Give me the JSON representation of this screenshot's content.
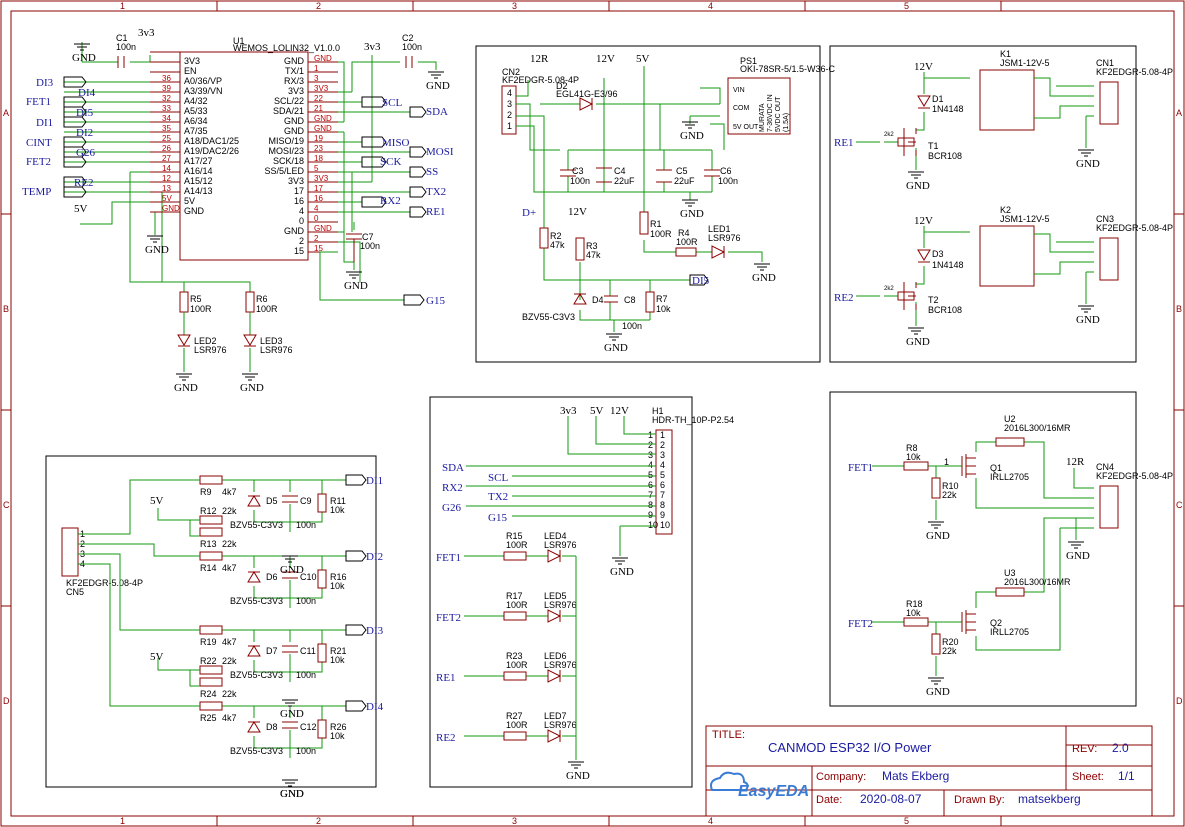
{
  "grid": {
    "columns": [
      "1",
      "2",
      "3",
      "4",
      "5"
    ],
    "rows": [
      "A",
      "B",
      "C",
      "D"
    ]
  },
  "title_block": {
    "title_label": "TITLE:",
    "title": "CANMOD ESP32 I/O Power",
    "rev_label": "REV:",
    "rev": "2.0",
    "company_label": "Company:",
    "company": "Mats Ekberg",
    "sheet_label": "Sheet:",
    "sheet": "1/1",
    "date_label": "Date:",
    "date": "2020-08-07",
    "drawn_label": "Drawn By:",
    "drawn": "matsekberg",
    "logo": "EasyEDA"
  },
  "u1": {
    "ref": "U1",
    "value": "WEMOS_LOLIN32_V1.0.0",
    "left_pins": [
      {
        "num": "",
        "name": "3V3"
      },
      {
        "num": "",
        "name": "EN"
      },
      {
        "num": "36",
        "name": "A0/36/VP"
      },
      {
        "num": "39",
        "name": "A3/39/VN"
      },
      {
        "num": "32",
        "name": "A4/32"
      },
      {
        "num": "33",
        "name": "A5/33"
      },
      {
        "num": "34",
        "name": "A6/34"
      },
      {
        "num": "35",
        "name": "A7/35"
      },
      {
        "num": "25",
        "name": "A18/DAC1/25"
      },
      {
        "num": "26",
        "name": "A19/DAC2/26"
      },
      {
        "num": "27",
        "name": "A17/27"
      },
      {
        "num": "14",
        "name": "A16/14"
      },
      {
        "num": "12",
        "name": "A15/12"
      },
      {
        "num": "13",
        "name": "A14/13"
      },
      {
        "num": "5V",
        "name": "5V"
      },
      {
        "num": "GND",
        "name": "GND"
      }
    ],
    "right_pins": [
      {
        "num": "GND",
        "name": "GND"
      },
      {
        "num": "1",
        "name": "TX/1"
      },
      {
        "num": "3",
        "name": "RX/3"
      },
      {
        "num": "3V3",
        "name": "3V3"
      },
      {
        "num": "22",
        "name": "SCL/22"
      },
      {
        "num": "21",
        "name": "SDA/21"
      },
      {
        "num": "GND",
        "name": "GND"
      },
      {
        "num": "GND",
        "name": "GND"
      },
      {
        "num": "19",
        "name": "MISO/19"
      },
      {
        "num": "23",
        "name": "MOSI/23"
      },
      {
        "num": "18",
        "name": "SCK/18"
      },
      {
        "num": "5",
        "name": "SS/5/LED"
      },
      {
        "num": "3V3",
        "name": "3V3"
      },
      {
        "num": "17",
        "name": "17"
      },
      {
        "num": "16",
        "name": "16"
      },
      {
        "num": "4",
        "name": "4"
      },
      {
        "num": "0",
        "name": "0"
      },
      {
        "num": "GND",
        "name": "GND"
      },
      {
        "num": "2",
        "name": "2"
      },
      {
        "num": "15",
        "name": "15"
      }
    ],
    "left_nets": [
      "DI3",
      "DI4",
      "FET1",
      "DI5",
      "DI1",
      "CINT",
      "DI2",
      "G26",
      "FET2",
      "",
      "RE2",
      "TEMP"
    ],
    "right_nets": [
      "SCL",
      "SDA",
      "MISO",
      "MOSI",
      "SCK",
      "SS",
      "TX2",
      "RX2",
      "RE1",
      "G15"
    ]
  },
  "labels": {
    "gnd": "GND",
    "v3v3": "3v3",
    "v5": "5V",
    "v12": "12V",
    "r12": "12R",
    "dplus": "D+"
  },
  "parts": {
    "c1": {
      "ref": "C1",
      "val": "100n"
    },
    "c2": {
      "ref": "C2",
      "val": "100n"
    },
    "c7": {
      "ref": "C7",
      "val": "100n"
    },
    "r5": {
      "ref": "R5",
      "val": "100R"
    },
    "r6": {
      "ref": "R6",
      "val": "100R"
    },
    "led2": {
      "ref": "LED2",
      "val": "LSR976"
    },
    "led3": {
      "ref": "LED3",
      "val": "LSR976"
    },
    "cn2": {
      "ref": "CN2",
      "val": "KF2EDGR-5.08-4P"
    },
    "d2": {
      "ref": "D2",
      "val": "EGL41G-E3/96"
    },
    "ps1": {
      "ref": "PS1",
      "val": "OKI-78SR-5/1.5-W36-C",
      "body": [
        "MURATA",
        "7-36VDC IN",
        "5VDC OUT",
        "(1.5A)"
      ],
      "pins": [
        "VIN",
        "COM",
        "5V OUT"
      ]
    },
    "c3": {
      "ref": "C3",
      "val": "100n"
    },
    "c4": {
      "ref": "C4",
      "val": "22uF"
    },
    "c5": {
      "ref": "C5",
      "val": "22uF"
    },
    "c6": {
      "ref": "C6",
      "val": "100n"
    },
    "r1": {
      "ref": "R1",
      "val": "100R"
    },
    "r4": {
      "ref": "R4",
      "val": "100R"
    },
    "led1": {
      "ref": "LED1",
      "val": "LSR976"
    },
    "r2": {
      "ref": "R2",
      "val": "47k"
    },
    "r3": {
      "ref": "R3",
      "val": "47k"
    },
    "d4": {
      "ref": "D4",
      "val": "BZV55-C3V3"
    },
    "c8": {
      "ref": "C8",
      "val": "100n"
    },
    "r7": {
      "ref": "R7",
      "val": "10k"
    },
    "k1": {
      "ref": "K1",
      "val": "JSM1-12V-5"
    },
    "k2": {
      "ref": "K2",
      "val": "JSM1-12V-5"
    },
    "cn1": {
      "ref": "CN1",
      "val": "KF2EDGR-5.08-4P"
    },
    "cn3": {
      "ref": "CN3",
      "val": "KF2EDGR-5.08-4P"
    },
    "d1": {
      "ref": "D1",
      "val": "1N4148"
    },
    "d3": {
      "ref": "D3",
      "val": "1N4148"
    },
    "t1": {
      "ref": "T1",
      "val": "BCR108"
    },
    "t2": {
      "ref": "T2",
      "val": "BCR108"
    },
    "h1": {
      "ref": "H1",
      "val": "HDR-TH_10P-P2.54"
    },
    "r15": {
      "ref": "R15",
      "val": "100R"
    },
    "r17": {
      "ref": "R17",
      "val": "100R"
    },
    "r23": {
      "ref": "R23",
      "val": "100R"
    },
    "r27": {
      "ref": "R27",
      "val": "100R"
    },
    "led4": {
      "ref": "LED4",
      "val": "LSR976"
    },
    "led5": {
      "ref": "LED5",
      "val": "LSR976"
    },
    "led6": {
      "ref": "LED6",
      "val": "LSR976"
    },
    "led7": {
      "ref": "LED7",
      "val": "LSR976"
    },
    "u2": {
      "ref": "U2",
      "val": "2016L300/16MR"
    },
    "u3": {
      "ref": "U3",
      "val": "2016L300/16MR"
    },
    "r8": {
      "ref": "R8",
      "val": "10k"
    },
    "r10": {
      "ref": "R10",
      "val": "22k"
    },
    "r18": {
      "ref": "R18",
      "val": "10k"
    },
    "r20": {
      "ref": "R20",
      "val": "22k"
    },
    "q1": {
      "ref": "Q1",
      "val": "IRLL2705"
    },
    "q2": {
      "ref": "Q2",
      "val": "IRLL2705"
    },
    "cn4": {
      "ref": "CN4",
      "val": "KF2EDGR-5.08-4P"
    },
    "cn5": {
      "ref": "CN5",
      "val": "KF2EDGR-5.08-4P"
    },
    "r9": {
      "ref": "R9",
      "val": "4k7"
    },
    "r12": {
      "ref": "R12",
      "val": "22k"
    },
    "r13": {
      "ref": "R13",
      "val": "22k"
    },
    "r14": {
      "ref": "R14",
      "val": "4k7"
    },
    "r19": {
      "ref": "R19",
      "val": "4k7"
    },
    "r22": {
      "ref": "R22",
      "val": "22k"
    },
    "r24": {
      "ref": "R24",
      "val": "22k"
    },
    "r25": {
      "ref": "R25",
      "val": "4k7"
    },
    "d5": {
      "ref": "D5",
      "val": "BZV55-C3V3"
    },
    "d6": {
      "ref": "D6",
      "val": "BZV55-C3V3"
    },
    "d7": {
      "ref": "D7",
      "val": "BZV55-C3V3"
    },
    "d8": {
      "ref": "D8",
      "val": "BZV55-C3V3"
    },
    "c9": {
      "ref": "C9",
      "val": "100n"
    },
    "c10": {
      "ref": "C10",
      "val": "100n"
    },
    "c11": {
      "ref": "C11",
      "val": "100n"
    },
    "c12": {
      "ref": "C12",
      "val": "100n"
    },
    "r11": {
      "ref": "R11",
      "val": "10k"
    },
    "r16": {
      "ref": "R16",
      "val": "10k"
    },
    "r21": {
      "ref": "R21",
      "val": "10k"
    },
    "r26": {
      "ref": "R26",
      "val": "10k"
    }
  },
  "nets": {
    "DI1": "DI1",
    "DI2": "DI2",
    "DI3": "DI3",
    "DI4": "DI4",
    "DI5": "DI5",
    "RE1": "RE1",
    "RE2": "RE2",
    "FET1": "FET1",
    "FET2": "FET2",
    "SDA": "SDA",
    "SCL": "SCL",
    "RX2": "RX2",
    "TX2": "TX2",
    "G26": "G26",
    "G15": "G15",
    "CINT": "CINT",
    "TEMP": "TEMP",
    "MISO": "MISO",
    "MOSI": "MOSI",
    "SCK": "SCK",
    "SS": "SS"
  },
  "h1_pins": [
    "1",
    "2",
    "3",
    "4",
    "5",
    "6",
    "7",
    "8",
    "9",
    "10"
  ],
  "cn_pins": [
    "1",
    "2",
    "3",
    "4"
  ],
  "small": {
    "r2k2": "2k2",
    "r47k": "47k",
    "pin3": "3",
    "pin2": "2",
    "pin4": "4",
    "pin1": "1"
  }
}
